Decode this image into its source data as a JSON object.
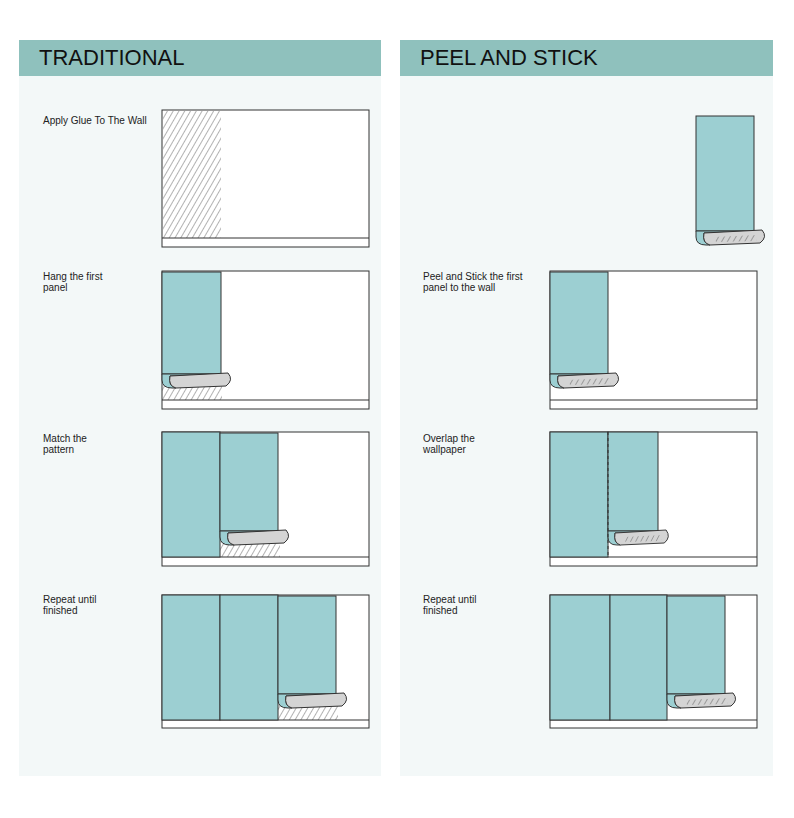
{
  "diagram": {
    "nodes": [
      {
        "text": [
          "TRADITIONAL"
        ]
      },
      {
        "text": [
          "PEEL AND STICK"
        ]
      }
    ],
    "labels": [
      "Apply Glue To The Wall",
      "Hang the first panel",
      "Match the pattern",
      "Repeat until finished",
      "Peel and Stick the first panel to the wall",
      "Overlap the wallpaper",
      "Repeat until finished"
    ]
  }
}
